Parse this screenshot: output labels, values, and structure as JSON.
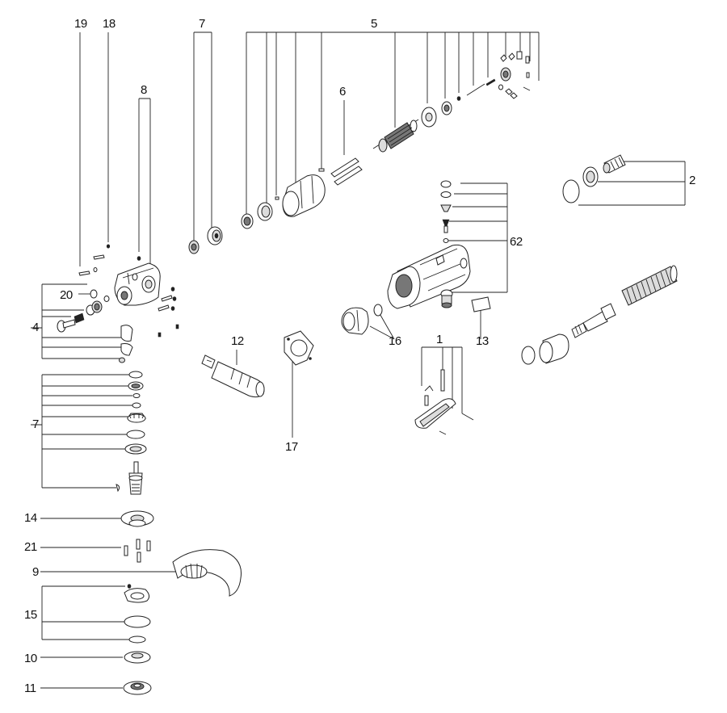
{
  "callouts": {
    "c1": "1",
    "c2": "2",
    "c4": "4",
    "c5": "5",
    "c6": "6",
    "c7a": "7",
    "c7b": "7",
    "c8": "8",
    "c9": "9",
    "c10": "10",
    "c11": "11",
    "c12": "12",
    "c13": "13",
    "c14": "14",
    "c15": "15",
    "c16": "16",
    "c17": "17",
    "c18": "18",
    "c19": "19",
    "c20": "20",
    "c21": "21",
    "c62": "62"
  },
  "colors": {
    "line": "#222222",
    "fill_light": "#dcdcdc",
    "fill_dark": "#777777",
    "background": "#ffffff"
  }
}
